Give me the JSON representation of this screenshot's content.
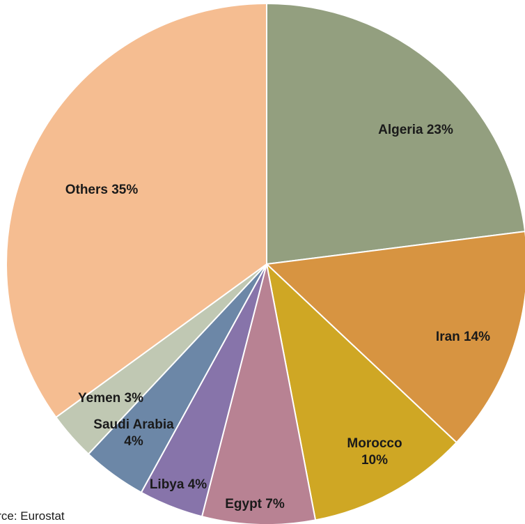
{
  "chart_data": {
    "type": "pie",
    "title": "",
    "slices": [
      {
        "name": "Algeria",
        "label": "Algeria 23%",
        "value": 23,
        "color": "#939F7F"
      },
      {
        "name": "Iran",
        "label": "Iran 14%",
        "value": 14,
        "color": "#D79441"
      },
      {
        "name": "Morocco",
        "label": "Morocco\n10%",
        "value": 10,
        "color": "#CFA724"
      },
      {
        "name": "Egypt",
        "label": "Egypt  7%",
        "value": 7,
        "color": "#B88293"
      },
      {
        "name": "Libya",
        "label": "Libya 4%",
        "value": 4,
        "color": "#8774AA"
      },
      {
        "name": "Saudi Arabia",
        "label": "Saudi Arabia\n4%",
        "value": 4,
        "color": "#6C87A7"
      },
      {
        "name": "Yemen",
        "label": "Yemen 3%",
        "value": 3,
        "color": "#C0C8B3"
      },
      {
        "name": "Others",
        "label": "Others 35%",
        "value": 35,
        "color": "#F5BD91"
      }
    ],
    "start": "12 o'clock",
    "direction": "clockwise",
    "legend": "none"
  },
  "source_note": "Source:  Eurostat"
}
